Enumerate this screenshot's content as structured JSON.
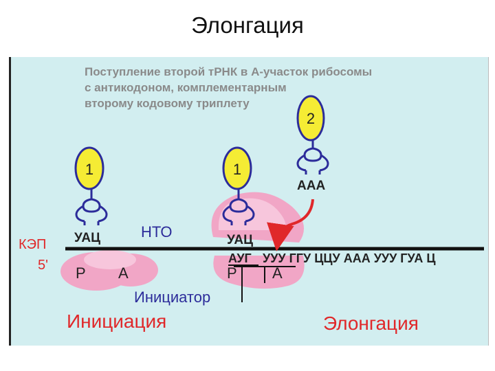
{
  "title": "Элонгация",
  "description_lines": [
    "Поступление второй тРНК в А-участок рибосомы",
    "с антикодоном, комплементарным",
    "второму кодовому триплету"
  ],
  "trna_left": {
    "number": "1",
    "anticodon": "УАЦ"
  },
  "trna_mid": {
    "number": "1",
    "anticodon": "УАЦ"
  },
  "trna_right": {
    "number": "2",
    "anticodon": "ААА"
  },
  "cap_label": "КЭП",
  "five_prime": "5'",
  "nto_label": "НТО",
  "codons_start": "АУГ",
  "codons_rest": "УУУ ГГУ ЦЦУ ААА УУУ ГУА Ц",
  "site_p": "Р",
  "site_a": "А",
  "initiator_label": "Инициатор",
  "phase_initiation": "Инициация",
  "phase_elongation": "Элонгация",
  "colors": {
    "panel_bg": "#d2eef0",
    "ribosome": "#f1a6c6",
    "trna_head": "#f5ec34",
    "trna_body": "#2c2c9a",
    "phase_red": "#e0282a",
    "caption_gray": "#8a8a8a",
    "arrow": "#e0282a"
  }
}
